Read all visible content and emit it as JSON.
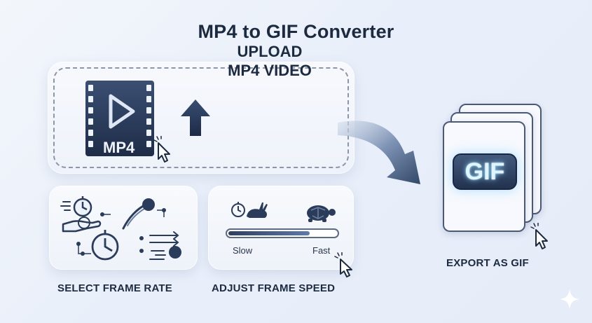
{
  "title": "MP4 to GIF Converter",
  "upload": {
    "label_line1": "UPLOAD",
    "label_line2": "MP4 VIDEO",
    "file_badge": "MP4"
  },
  "frame_rate": {
    "caption": "SELECT FRAME RATE"
  },
  "frame_speed": {
    "caption": "ADJUST FRAME SPEED",
    "slow_label": "Slow",
    "fast_label": "Fast",
    "slider_value": 0.75
  },
  "export": {
    "gif_badge": "GIF",
    "caption": "EXPORT AS GIF"
  },
  "colors": {
    "accent_dark": "#2b3b5a",
    "accent_light": "#8fdcff",
    "background": "#eef2fa"
  },
  "icons": [
    "play-video-icon",
    "upload-arrow-icon",
    "cursor-icon",
    "stopwatch-icon",
    "hand-icon",
    "comet-icon",
    "clock-icon",
    "rabbit-icon",
    "turtle-icon",
    "sparkle-icon",
    "flow-arrow-icon"
  ]
}
